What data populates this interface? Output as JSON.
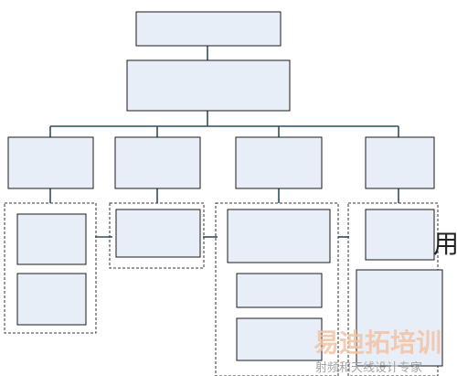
{
  "diagram": {
    "type": "org-chart",
    "levels": 4,
    "box_fill": "#e8eef8",
    "box_stroke": "#1a1a1a",
    "connector_color": "#2f4f5f",
    "group_outline": "dashed"
  },
  "side_text": "用",
  "watermark": {
    "title": "易迪拓培训",
    "subtitle": "射频和天线设计专家",
    "title_color": "#f2c3a4",
    "subtitle_color": "#9a9a9a"
  }
}
